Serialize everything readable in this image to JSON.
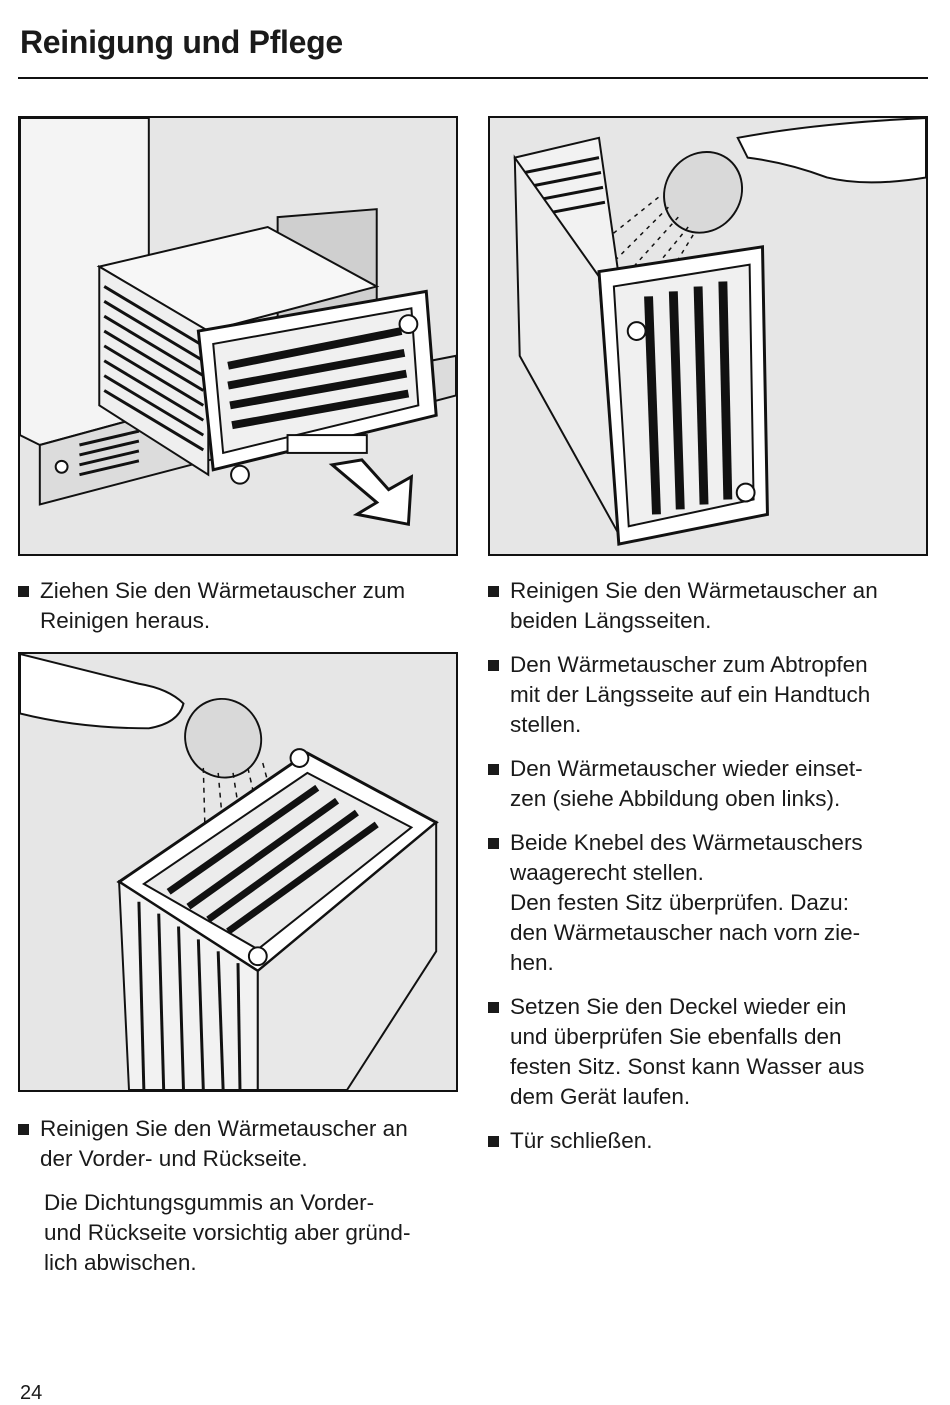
{
  "header": {
    "title": "Reinigung und Pflege"
  },
  "figures": {
    "top_left": {
      "icon": "heat-exchanger-pull-out-illustration"
    },
    "top_right": {
      "icon": "heat-exchanger-rinse-sides-illustration"
    },
    "bottom_left": {
      "icon": "heat-exchanger-rinse-front-illustration"
    }
  },
  "left_column": {
    "step1": [
      "Ziehen Sie den Wärmetauscher zum",
      "Reinigen heraus."
    ],
    "step2": [
      "Reinigen Sie den Wärmetauscher an",
      "der Vorder- und Rückseite."
    ],
    "note": [
      "Die Dichtungsgummis an Vorder-",
      "und Rückseite vorsichtig aber gründ-",
      "lich abwischen."
    ]
  },
  "right_column": {
    "step1": [
      "Reinigen Sie den Wärmetauscher an",
      "beiden Längsseiten."
    ],
    "step2": [
      "Den Wärmetauscher zum Abtropfen",
      "mit der Längsseite auf ein Handtuch",
      "stellen."
    ],
    "step3": [
      "Den Wärmetauscher wieder einset-",
      "zen (siehe Abbildung oben links)."
    ],
    "step4": [
      "Beide Knebel des Wärmetauschers",
      "waagerecht stellen.",
      "Den festen Sitz überprüfen. Dazu:",
      "den Wärmetauscher nach vorn zie-",
      "hen."
    ],
    "step5": [
      "Setzen Sie den Deckel wieder ein",
      "und überprüfen Sie ebenfalls den",
      "festen Sitz. Sonst kann Wasser aus",
      "dem Gerät laufen."
    ],
    "step6": [
      "Tür schließen."
    ]
  },
  "footer": {
    "page_number": "24"
  }
}
